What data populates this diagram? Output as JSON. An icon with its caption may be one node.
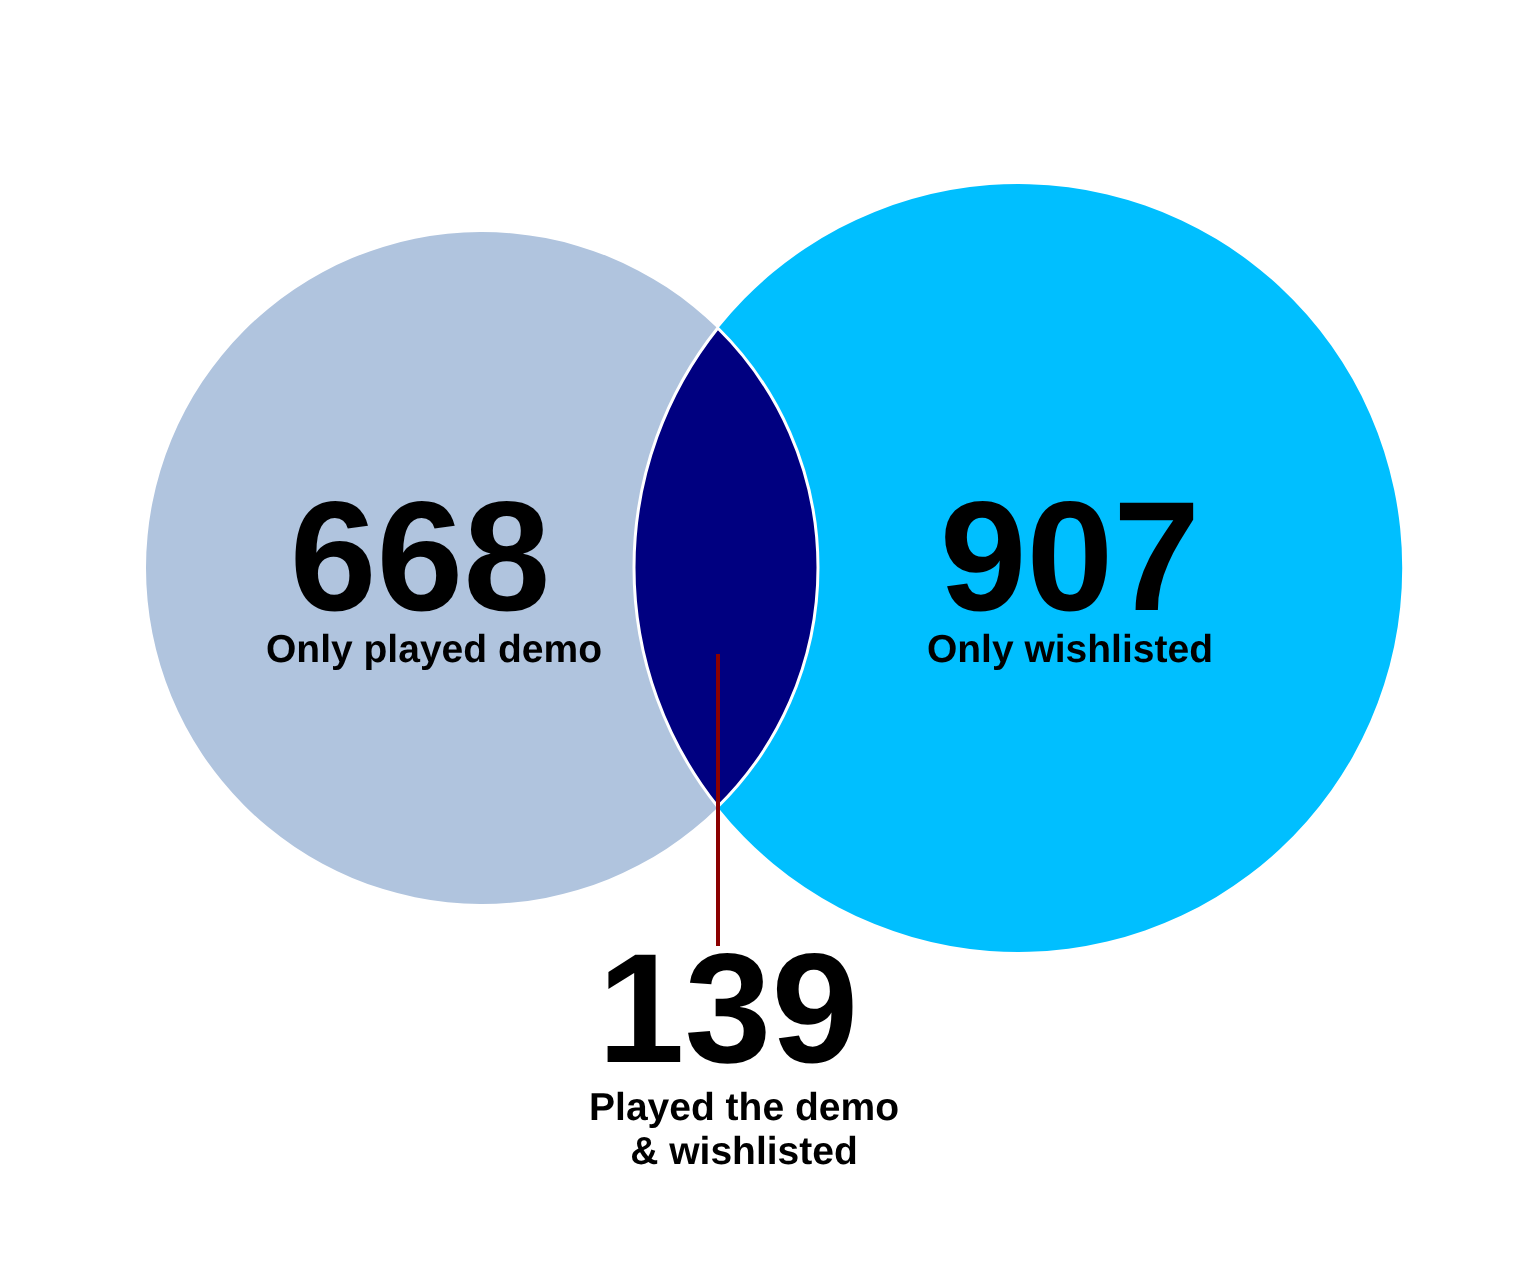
{
  "diagram": {
    "nodes": [
      {
        "text": [
          "668",
          "Only played demo"
        ]
      },
      {
        "text": [
          "907",
          "Only wishlisted"
        ]
      },
      {
        "text": [],
        "shape": "lens"
      },
      {
        "text": [
          "139",
          "Played the demo & wishlisted"
        ]
      }
    ],
    "edges": [
      {
        "from": 3,
        "to": 2,
        "arrow": "none"
      }
    ]
  }
}
